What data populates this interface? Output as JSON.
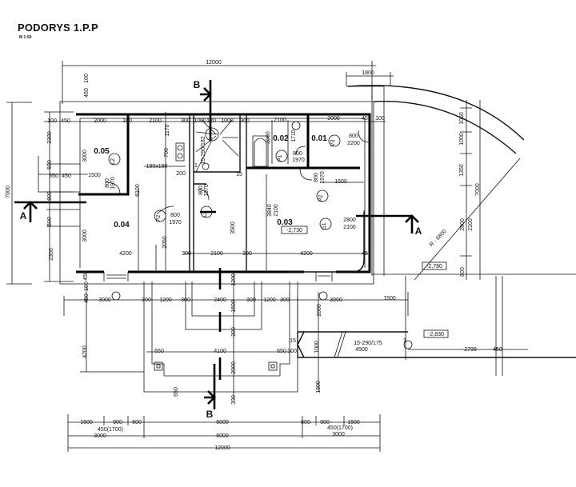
{
  "header": {
    "title": "PODORYS 1.P.P",
    "scale": "M 1:50"
  },
  "rooms": [
    "0.05",
    "0.04",
    "0.02",
    "0.01",
    "0.03"
  ],
  "sections": [
    "B",
    "B",
    "A",
    "A"
  ],
  "tags": [
    "L2",
    "P2",
    "L2",
    "P1",
    "V3",
    "P2",
    "G1"
  ],
  "levels": [
    "-2,730",
    "-2,780",
    "-2,830"
  ],
  "dims": [
    "12000",
    "1800",
    "450",
    "100",
    "450",
    "100",
    "450",
    "2000",
    "100",
    "2100",
    "300",
    "1000",
    "120",
    "1000",
    "300",
    "2100",
    "2000",
    "450",
    "100",
    "2300",
    "7000",
    "500",
    "550",
    "450",
    "1500",
    "1800",
    "500",
    "2300",
    "3000",
    "3000",
    "1170",
    "700",
    "180x180",
    "200",
    "6100",
    "2050",
    "4200",
    "300",
    "2100",
    "300",
    "4200",
    "450",
    "3500",
    "3840",
    "2100",
    "1710",
    "2060",
    "15",
    "15-290/182",
    "1",
    "800",
    "1970",
    "800",
    "1970",
    "800",
    "1970",
    "800",
    "1970",
    "800",
    "2200",
    "800",
    "1970",
    "2800",
    "2100",
    "1500",
    "450",
    "100",
    "3000",
    "300",
    "1200",
    "300",
    "2400",
    "300",
    "1200",
    "300",
    "3000",
    "1500",
    "1600",
    "1200",
    "4200",
    "300",
    "650",
    "4100",
    "650",
    "300",
    "2000",
    "650",
    "300",
    "2000",
    "1000",
    "1300",
    "15",
    "15-290/175",
    "4500",
    "1",
    "2799",
    "450",
    "1050",
    "1000",
    "1350",
    "7000",
    "2800",
    "2100",
    "800",
    "R - 6800",
    "1500",
    "900",
    "600",
    "6000",
    "600",
    "900",
    "1500",
    "450(1700)",
    "450(1700)",
    "3000",
    "6000",
    "3000",
    "12000"
  ]
}
